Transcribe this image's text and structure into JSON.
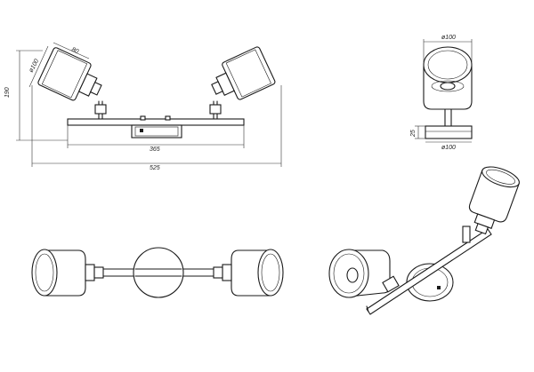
{
  "dimensions": {
    "front_shade_diameter": "ø100",
    "front_shade_depth": "80",
    "front_height": "190",
    "front_bar_length": "365",
    "front_overall_width": "525",
    "side_shade_diameter": "ø100",
    "side_base_height": "25",
    "side_base_diameter": "ø100"
  },
  "colors": {
    "line": "#1a1a1a",
    "background": "#ffffff"
  }
}
